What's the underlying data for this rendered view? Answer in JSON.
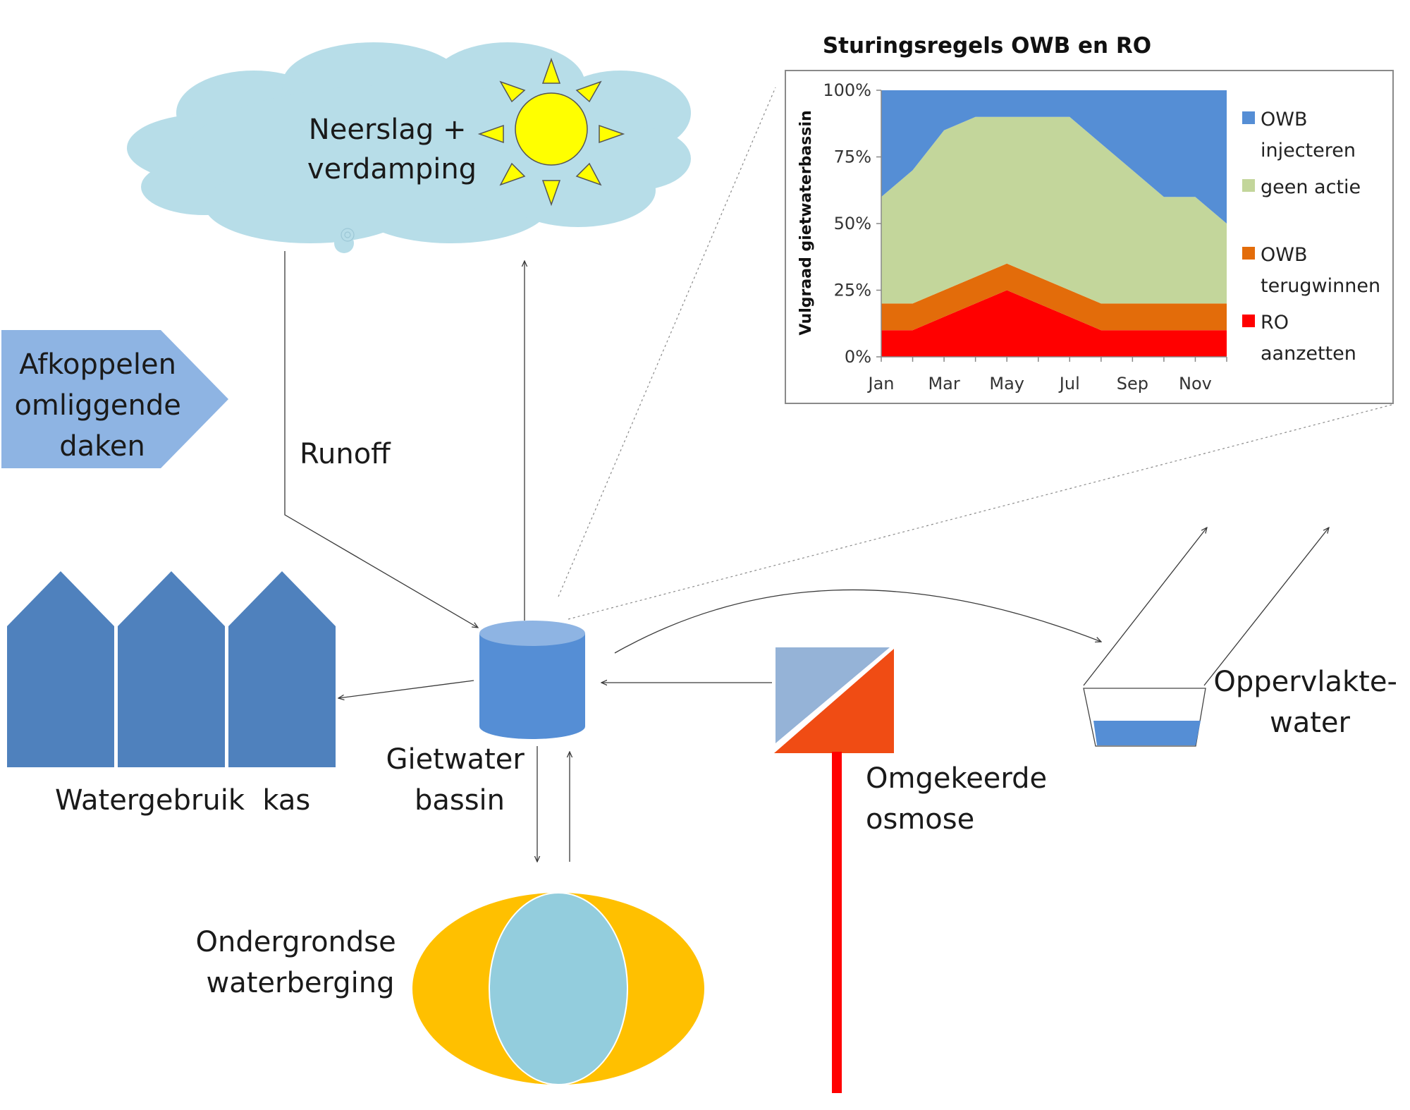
{
  "labels": {
    "weather": [
      "Neerslag +",
      "verdamping"
    ],
    "disconnect": [
      "Afkoppelen",
      "omliggende",
      "daken"
    ],
    "runoff": "Runoff",
    "greenhouse": "Watergebruik  kas",
    "basin": [
      "Gietwater",
      "bassin"
    ],
    "underground": [
      "Ondergrondse",
      "waterberging"
    ],
    "ro": [
      "Omgekeerde",
      "osmose"
    ],
    "surface": [
      "Oppervlakte-",
      "water"
    ]
  },
  "colors": {
    "cloud": "#b7dde8",
    "sun": "#ffff00",
    "arrow_shape": "#8eb4e3",
    "greenhouse": "#4f81bd",
    "basin": "#558ed5",
    "basin_top": "#8eb4e3",
    "aquifer_outer": "#ffc000",
    "aquifer_inner": "#93cddd",
    "ro_light": "#95b3d7",
    "ro_dark": "#f04c14",
    "ro_pipe": "#ff0000"
  },
  "chart_data": {
    "type": "area",
    "stacked": true,
    "title": "Sturingsregels OWB en RO",
    "xlabel": "",
    "ylabel": "Vulgraad gietwaterbassin",
    "x": [
      1,
      2,
      3,
      4,
      5,
      6,
      7,
      8,
      9,
      10,
      11,
      12
    ],
    "x_tick_labels": [
      "Jan",
      "Mar",
      "May",
      "Jul",
      "Sep",
      "Nov"
    ],
    "x_tick_positions": [
      1,
      3,
      5,
      7,
      9,
      11
    ],
    "ylim": [
      0,
      100
    ],
    "y_ticks": [
      0,
      25,
      50,
      75,
      100
    ],
    "y_tick_labels": [
      "0%",
      "25%",
      "50%",
      "75%",
      "100%"
    ],
    "grid": false,
    "legend": "right",
    "series": [
      {
        "name": "RO aanzetten",
        "legend_lines": [
          "RO",
          "aanzetten"
        ],
        "color": "#ff0000",
        "values": [
          10,
          10,
          15,
          20,
          25,
          20,
          15,
          10,
          10,
          10,
          10,
          10
        ]
      },
      {
        "name": "OWB terugwinnen",
        "legend_lines": [
          "OWB",
          "terugwinnen"
        ],
        "color": "#e36c0a",
        "values": [
          10,
          10,
          10,
          10,
          10,
          10,
          10,
          10,
          10,
          10,
          10,
          10
        ]
      },
      {
        "name": "geen actie",
        "legend_lines": [
          "geen actie"
        ],
        "color": "#c3d69b",
        "values": [
          40,
          50,
          60,
          60,
          55,
          60,
          65,
          60,
          50,
          40,
          40,
          30
        ]
      },
      {
        "name": "OWB injecteren",
        "legend_lines": [
          "OWB",
          "injecteren"
        ],
        "color": "#558ed5",
        "values": [
          40,
          30,
          15,
          10,
          10,
          10,
          10,
          20,
          30,
          40,
          40,
          50
        ]
      }
    ]
  }
}
